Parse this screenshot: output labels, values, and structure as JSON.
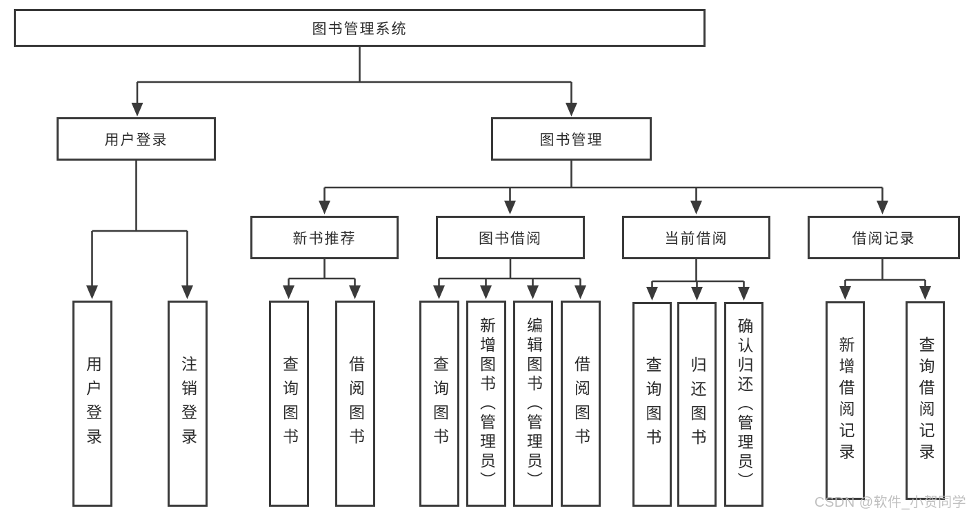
{
  "colors": {
    "line": "#3a3a3a",
    "text": "#2b2b2b",
    "watermark": "#bababa"
  },
  "nodes": {
    "root": "图书管理系统",
    "userLogin": "用户登录",
    "bookMgmt": "图书管理",
    "newBooks": "新书推荐",
    "bookBorrow": "图书借阅",
    "currentBorrow": "当前借阅",
    "borrowRecords": "借阅记录"
  },
  "leaves": {
    "userLogin": "用户登录",
    "logout": "注销登录",
    "nbQuery": "查询图书",
    "nbBorrow": "借阅图书",
    "bbQuery": "查询图书",
    "bbAdd": "新增图书（管理员）",
    "bbEdit": "编辑图书（管理员）",
    "bbBorrow": "借阅图书",
    "cbQuery": "查询图书",
    "cbReturn": "归还图书",
    "cbConfirm": "确认归还（管理员）",
    "brAdd": "新增借阅记录",
    "brQuery": "查询借阅记录"
  },
  "watermark": {
    "text": "CSDN @软件_小贺同学"
  }
}
